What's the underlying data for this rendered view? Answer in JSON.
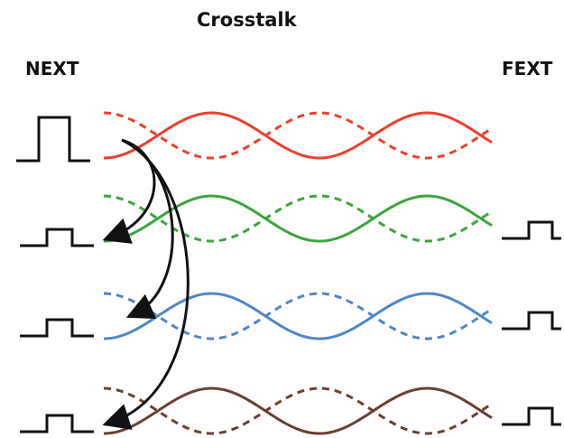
{
  "title": "Crosstalk",
  "labels": {
    "near_end": "NEXT",
    "far_end": "FEXT"
  },
  "pairs": [
    {
      "color": "#e8412d"
    },
    {
      "color": "#3aa63a"
    },
    {
      "color": "#4f86c6"
    },
    {
      "color": "#6b3f30"
    }
  ],
  "colors": {
    "ink": "#111111",
    "background": "#ffffff"
  }
}
